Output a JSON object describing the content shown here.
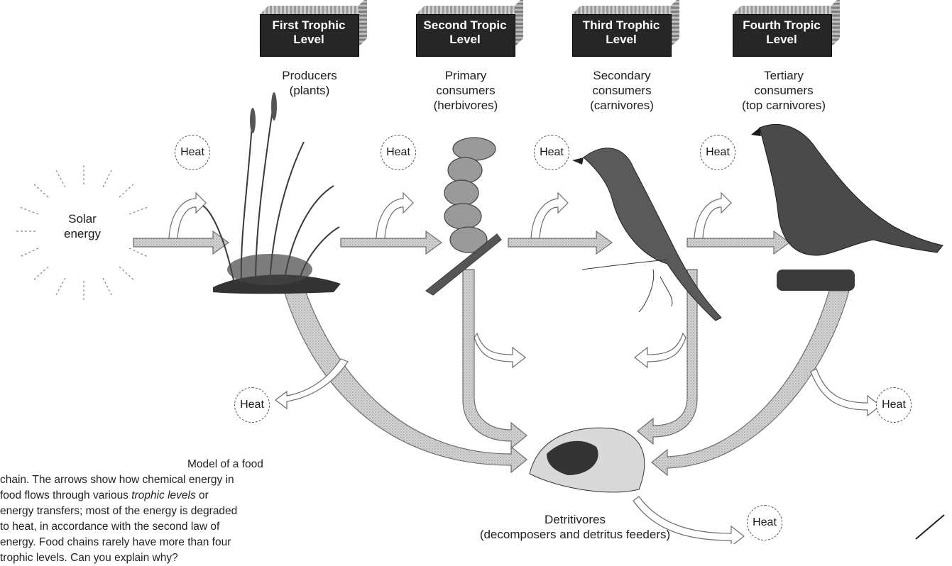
{
  "levels": [
    {
      "line1": "First Trophic",
      "line2": "Level"
    },
    {
      "line1": "Second Tropic",
      "line2": "Level"
    },
    {
      "line1": "Third Trophic",
      "line2": "Level"
    },
    {
      "line1": "Fourth Tropic",
      "line2": "Level"
    }
  ],
  "organisms": {
    "producers": {
      "line1": "Producers",
      "line2": "(plants)"
    },
    "primary": {
      "line1": "Primary",
      "line2": "consumers",
      "line3": "(herbivores)"
    },
    "secondary": {
      "line1": "Secondary",
      "line2": "consumers",
      "line3": "(carnivores)"
    },
    "tertiary": {
      "line1": "Tertiary",
      "line2": "consumers",
      "line3": "(top carnivores)"
    },
    "detritivores": {
      "line1": "Detritivores",
      "line2": "(decomposers and detritus feeders)"
    }
  },
  "solar": {
    "line1": "Solar",
    "line2": "energy"
  },
  "heat_label": "Heat",
  "caption": {
    "line1": "Model of a food",
    "line2": "chain. The arrows show how chemical energy in",
    "line3_before": "food flows through various ",
    "line3_italic": "trophic levels",
    "line3_after": " or",
    "line4": "energy transfers; most of the energy is degraded",
    "line5": "to heat, in accordance with the second law of",
    "line6": "energy. Food chains rarely have more than four",
    "line7": "trophic levels. Can you explain why?"
  },
  "colors": {
    "box": "#262626",
    "arrow_fill": "#c8c8c8",
    "arrow_stroke": "#6e6e6e"
  }
}
